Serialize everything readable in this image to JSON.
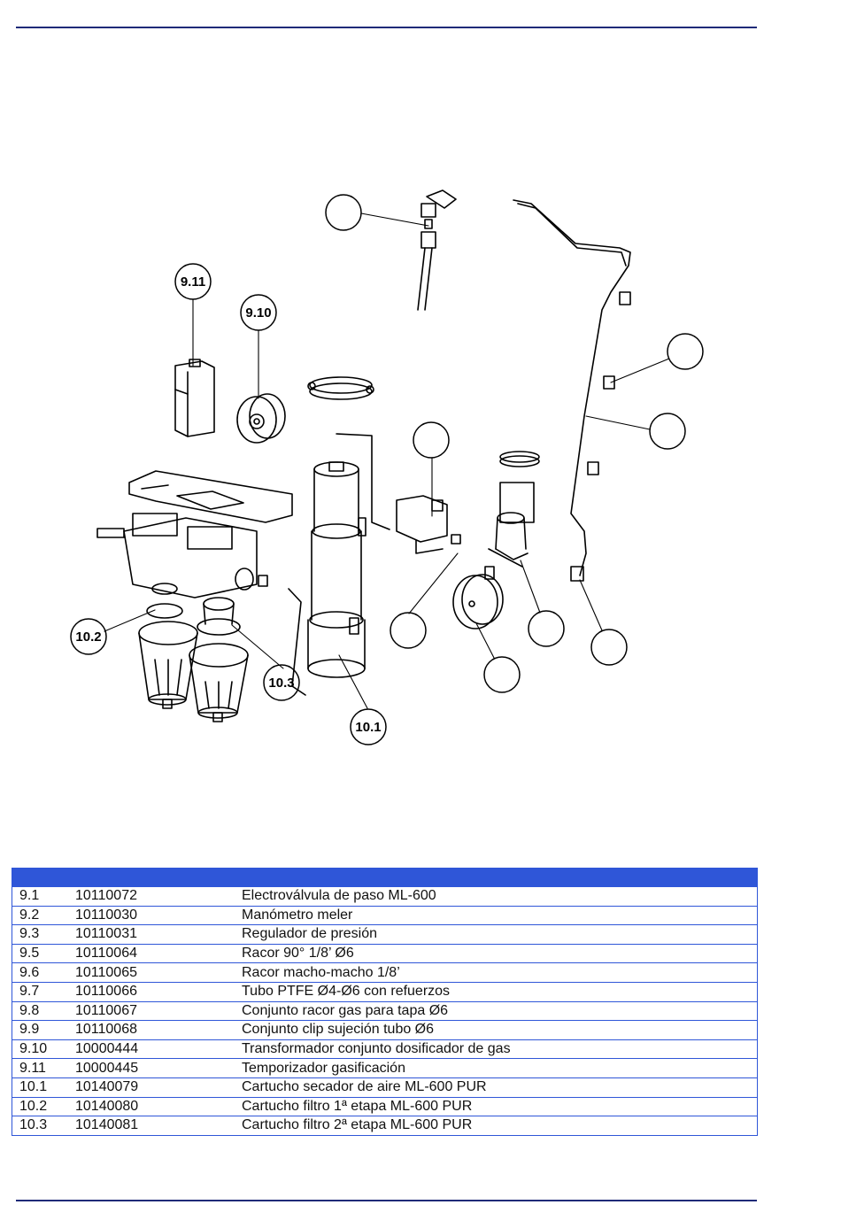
{
  "callouts": [
    {
      "id": "c-910",
      "label": "9.10"
    },
    {
      "id": "c-911",
      "label": "9.11"
    },
    {
      "id": "c-102",
      "label": "10.2"
    },
    {
      "id": "c-103",
      "label": "10.3"
    },
    {
      "id": "c-101",
      "label": "10.1"
    }
  ],
  "parts_table": {
    "rows": [
      {
        "pos": "9.1",
        "code": "10110072",
        "description": "Electroválvula de paso ML-600"
      },
      {
        "pos": "9.2",
        "code": "10110030",
        "description": "Manómetro meler"
      },
      {
        "pos": "9.3",
        "code": "10110031",
        "description": "Regulador de presión"
      },
      {
        "pos": "9.5",
        "code": "10110064",
        "description": "Racor 90° 1/8’ Ø6"
      },
      {
        "pos": "9.6",
        "code": "10110065",
        "description": "Racor macho-macho 1/8’"
      },
      {
        "pos": "9.7",
        "code": "10110066",
        "description": "Tubo PTFE Ø4-Ø6 con refuerzos"
      },
      {
        "pos": "9.8",
        "code": "10110067",
        "description": "Conjunto racor gas para tapa Ø6"
      },
      {
        "pos": "9.9",
        "code": "10110068",
        "description": "Conjunto clip sujeción tubo Ø6"
      },
      {
        "pos": "9.10",
        "code": "10000444",
        "description": "Transformador conjunto dosificador de gas"
      },
      {
        "pos": "9.11",
        "code": "10000445",
        "description": "Temporizador gasificación"
      },
      {
        "pos": "10.1",
        "code": "10140079",
        "description": "Cartucho secador de aire ML-600 PUR"
      },
      {
        "pos": "10.2",
        "code": "10140080",
        "description": "Cartucho filtro 1ª etapa ML-600 PUR"
      },
      {
        "pos": "10.3",
        "code": "10140081",
        "description": "Cartucho filtro 2ª etapa ML-600 PUR"
      }
    ]
  }
}
